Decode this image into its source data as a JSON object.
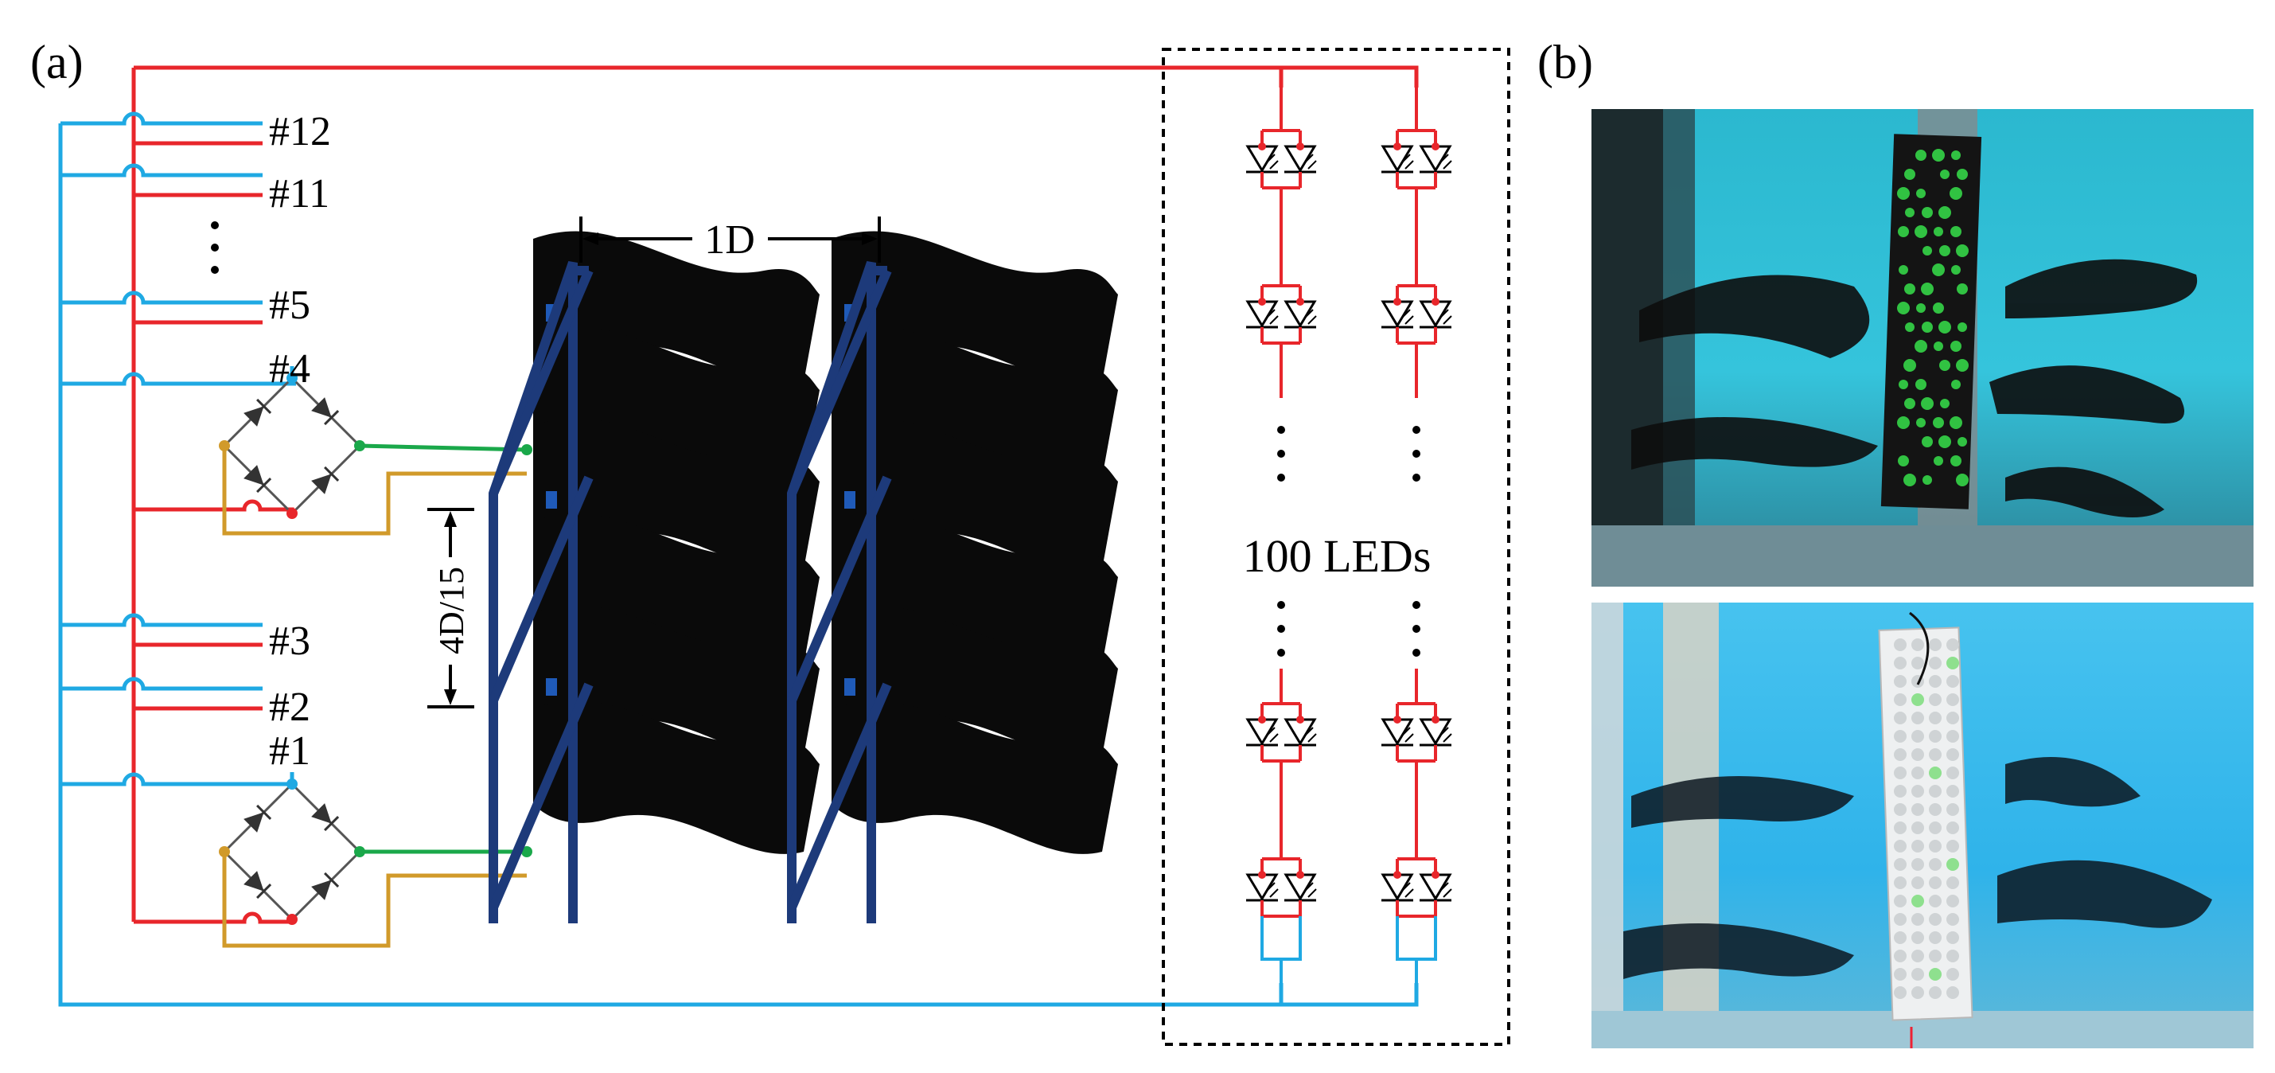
{
  "panel_a": {
    "label": "(a)",
    "channels": [
      "#12",
      "#11",
      "#5",
      "#4",
      "#3",
      "#2",
      "#1"
    ],
    "spacing_label": "1D",
    "gap_label": "4D/15",
    "led_label": "100 LEDs",
    "wire_colors": {
      "positive": "#e8262b",
      "negative": "#1fa9e3",
      "ac_a": "#1aa84a",
      "ac_b": "#d19a2a",
      "rail": "#1d3a7a",
      "flag": "#0a0a0a"
    }
  },
  "panel_b": {
    "label": "(b)",
    "photo_top": "underwater flags with lit green LED panel",
    "photo_bottom": "underwater flags with white LED board"
  }
}
